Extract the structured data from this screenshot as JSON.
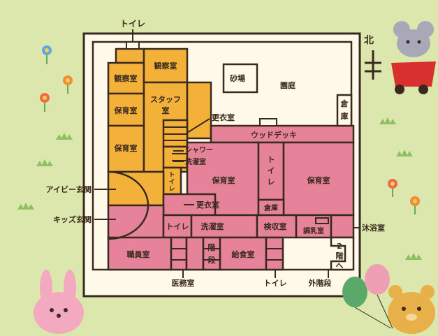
{
  "compass": {
    "north_label": "北"
  },
  "rooms": {
    "toilet_top": "トイレ",
    "observation_1": "観察室",
    "observation_2": "観察室",
    "nursery_1": "保育室",
    "nursery_2": "保育室",
    "staff_room_a": "スタッフ",
    "staff_room_b": "室",
    "sandbox": "砂場",
    "garden": "園庭",
    "storage_ne_a": "倉",
    "storage_ne_b": "庫",
    "changing_1": "更衣室",
    "wood_deck": "ウッドデッキ",
    "shower": "シャワー",
    "laundry_1": "洗濯室",
    "toilet_small_a": "ト",
    "toilet_small_b": "イ",
    "toilet_small_c": "レ",
    "nursery_3": "保育室",
    "toilet_mid_a": "ト",
    "toilet_mid_b": "イ",
    "toilet_mid_c": "レ",
    "nursery_4": "保育室",
    "changing_2": "更衣室",
    "storage_mid": "倉庫",
    "toilet_row": "トイレ",
    "laundry_2": "洗濯室",
    "inspection": "検収室",
    "prep_room": "調乳室",
    "bath_room": "沐浴室",
    "staff_office": "職員室",
    "stairs_a": "階",
    "stairs_b": "段",
    "kitchen": "給食室",
    "second_floor_a": "2",
    "second_floor_b": "階",
    "second_floor_c": "へ",
    "medical": "医務室",
    "toilet_bottom": "トイレ",
    "outer_stairs": "外階段",
    "ivy_entrance": "アイビー玄関",
    "kids_entrance": "キッズ玄関"
  },
  "colors": {
    "background": "#dbe7ac",
    "building": "#fff9ea",
    "orange_rooms": "#f4b13a",
    "pink_rooms": "#e6839a",
    "wall": "#3a2a1e"
  }
}
